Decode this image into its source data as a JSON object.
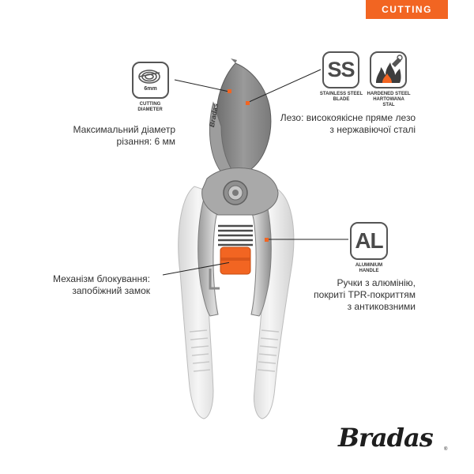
{
  "tab": {
    "label": "CUTTING"
  },
  "badges": {
    "cutting_diameter": {
      "inner": "6mm",
      "caption": "CUTTING\nDIAMETER",
      "icon": "cutting-diameter-icon"
    },
    "stainless": {
      "text": "SS",
      "caption": "STAINLESS STEEL\nBLADE"
    },
    "hardened": {
      "caption": "HARDENED STEEL\nHARTOWANA\nSTAL",
      "icon": "hardened-steel-flame-icon"
    },
    "aluminium": {
      "text": "AL",
      "caption": "ALUMINIUM\nHANDLE"
    }
  },
  "labels": {
    "max_diameter": "Максимальний діаметр\nрізання: 6 мм",
    "blade": "Лезо: високоякісне пряме лезо\nз нержавіючої сталі",
    "lock": "Механізм блокування:\nзапобіжний замок",
    "handles": "Ручки з алюмінію,\nпокриті TPR-покриттям\nз антиковзними"
  },
  "blade_text": "Bradas",
  "brand": {
    "name": "Bradas",
    "mark": "®"
  },
  "colors": {
    "accent": "#f26522",
    "grip": "#e9e9e9",
    "blade": "#8c8c8c",
    "text": "#333333"
  }
}
